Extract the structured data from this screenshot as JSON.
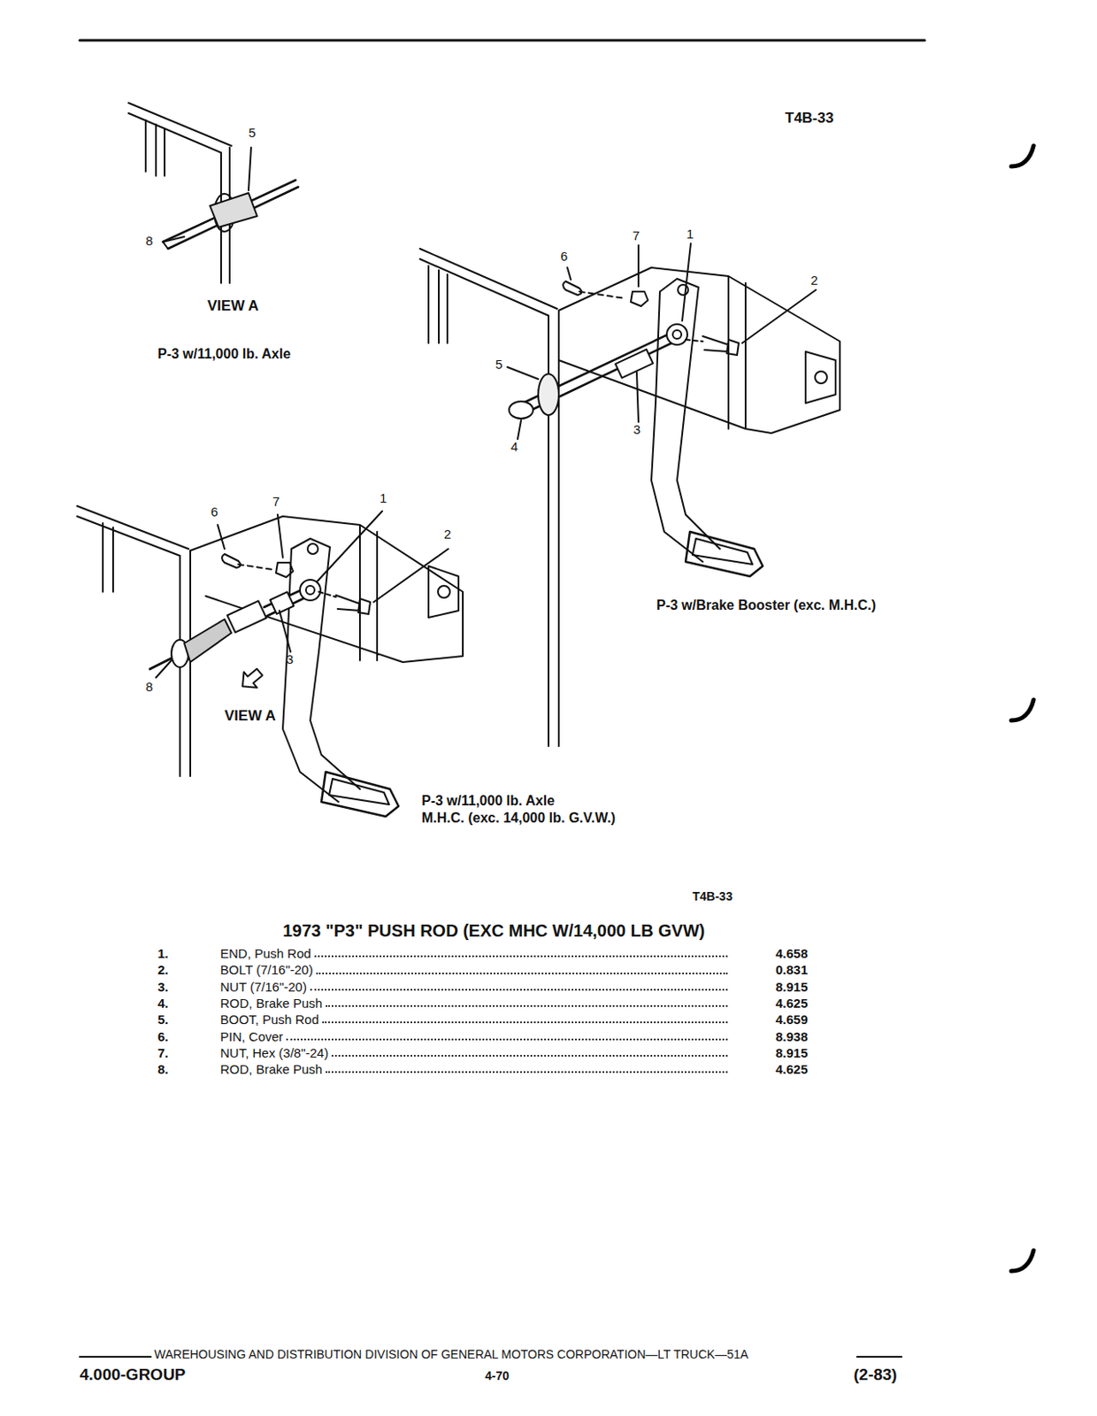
{
  "diagram": {
    "title": "1973 \"P3\" PUSH ROD (EXC MHC W/14,000 LB GVW)",
    "labels": [
      "T4B-33",
      "5",
      "8",
      "VIEW A",
      "P-3 w/11,000 lb. Axle",
      "6",
      "7",
      "1",
      "2",
      "5",
      "3",
      "4",
      "P-3 w/Brake Booster (exc. M.H.C.)",
      "6",
      "7",
      "1",
      "2",
      "3",
      "8",
      "VIEW A",
      "P-3 w/11,000 lb. Axle",
      "M.H.C. (exc. 14,000 lb. G.V.W.)",
      "T4B-33",
      "1.",
      "END, Push Rod",
      "4.658",
      "2.",
      "BOLT (7/16\"-20)",
      "0.831",
      "3.",
      "NUT (7/16\"-20)",
      "8.915",
      "4.",
      "ROD, Brake Push",
      "4.625",
      "5.",
      "BOOT, Push Rod",
      "4.659",
      "6.",
      "PIN, Cover",
      "8.938",
      "7.",
      "NUT, Hex (3/8\"-24)",
      "8.915",
      "8.",
      "ROD, Brake Push",
      "4.625",
      "WAREHOUSING AND DISTRIBUTION DIVISION OF GENERAL MOTORS CORPORATION—LT TRUCK—51A",
      "4.000-GROUP",
      "4-70",
      "(2-83)"
    ]
  }
}
